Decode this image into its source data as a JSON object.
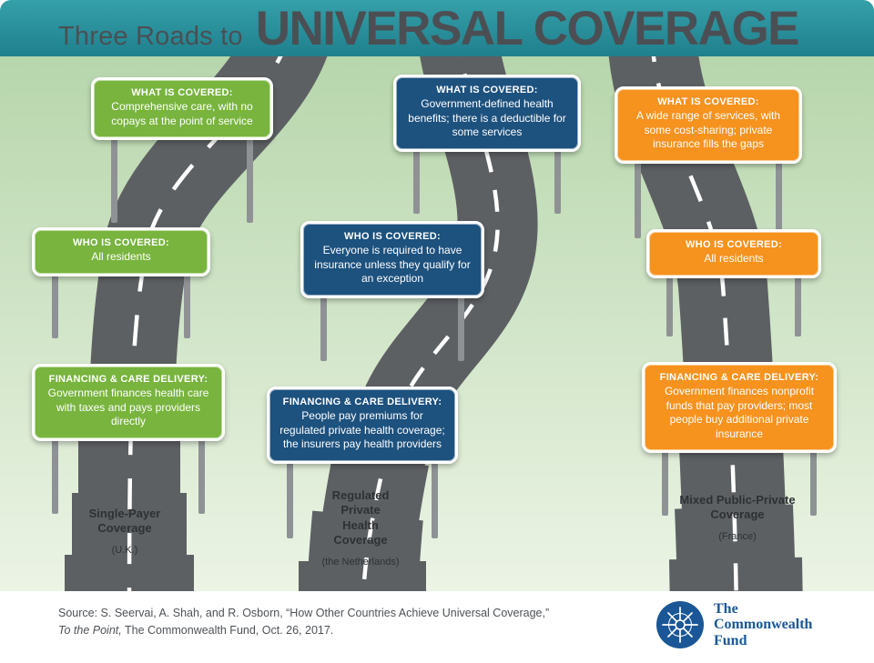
{
  "header": {
    "title_prefix": "Three Roads to",
    "title_main": "UNIVERSAL COVERAGE"
  },
  "colors": {
    "teal_top": "#35a0a9",
    "teal_bottom": "#1f808d",
    "title_gray": "#4b4f54",
    "bg_top": "#b7d6ac",
    "bg_bottom": "#ecf4e5",
    "green": "#78b43e",
    "blue": "#1d517e",
    "orange": "#f6921e",
    "road_gray": "#5d6063",
    "post_gray": "#8e9295",
    "label_gray": "#2e3134",
    "footer_gray": "#4e5256",
    "logo_blue": "#1b5797"
  },
  "columns": [
    {
      "id": "single-payer-uk",
      "signs": [
        {
          "heading": "WHAT IS COVERED:",
          "body": "Comprehensive care, with no copays at the point of service"
        },
        {
          "heading": "WHO IS COVERED:",
          "body": "All residents"
        },
        {
          "heading": "FINANCING & CARE DELIVERY:",
          "body": "Government finances health care with taxes and pays providers directly"
        }
      ],
      "road_label": "Single-Payer Coverage",
      "road_sublabel": "(U.K.)"
    },
    {
      "id": "regulated-private-netherlands",
      "signs": [
        {
          "heading": "WHAT IS COVERED:",
          "body": "Government-defined health benefits; there is a deductible for some services"
        },
        {
          "heading": "WHO IS COVERED:",
          "body": "Everyone is required to have insurance unless they qualify for an exception"
        },
        {
          "heading": "FINANCING & CARE DELIVERY:",
          "body": "People pay premiums for regulated private health coverage; the insurers pay health providers"
        }
      ],
      "road_label": "Regulated Private Health Coverage",
      "road_sublabel": "(the Netherlands)"
    },
    {
      "id": "mixed-public-private-france",
      "signs": [
        {
          "heading": "WHAT IS COVERED:",
          "body": "A wide range of services, with some cost-sharing; private insurance fills the gaps"
        },
        {
          "heading": "WHO IS COVERED:",
          "body": "All residents"
        },
        {
          "heading": "FINANCING & CARE DELIVERY:",
          "body": "Government finances nonprofit funds that pay providers; most people buy additional private insurance"
        }
      ],
      "road_label": "Mixed Public-Private Coverage",
      "road_sublabel": "(France)"
    }
  ],
  "footer": {
    "source_line1": "Source: S. Seervai, A. Shah, and R. Osborn, “How Other Countries Achieve Universal Coverage,”",
    "source_line2_italic": "To the Point,",
    "source_line2_rest": " The Commonwealth Fund, Oct. 26, 2017.",
    "logo": {
      "line1": "The",
      "line2": "Commonwealth",
      "line3": "Fund"
    }
  }
}
